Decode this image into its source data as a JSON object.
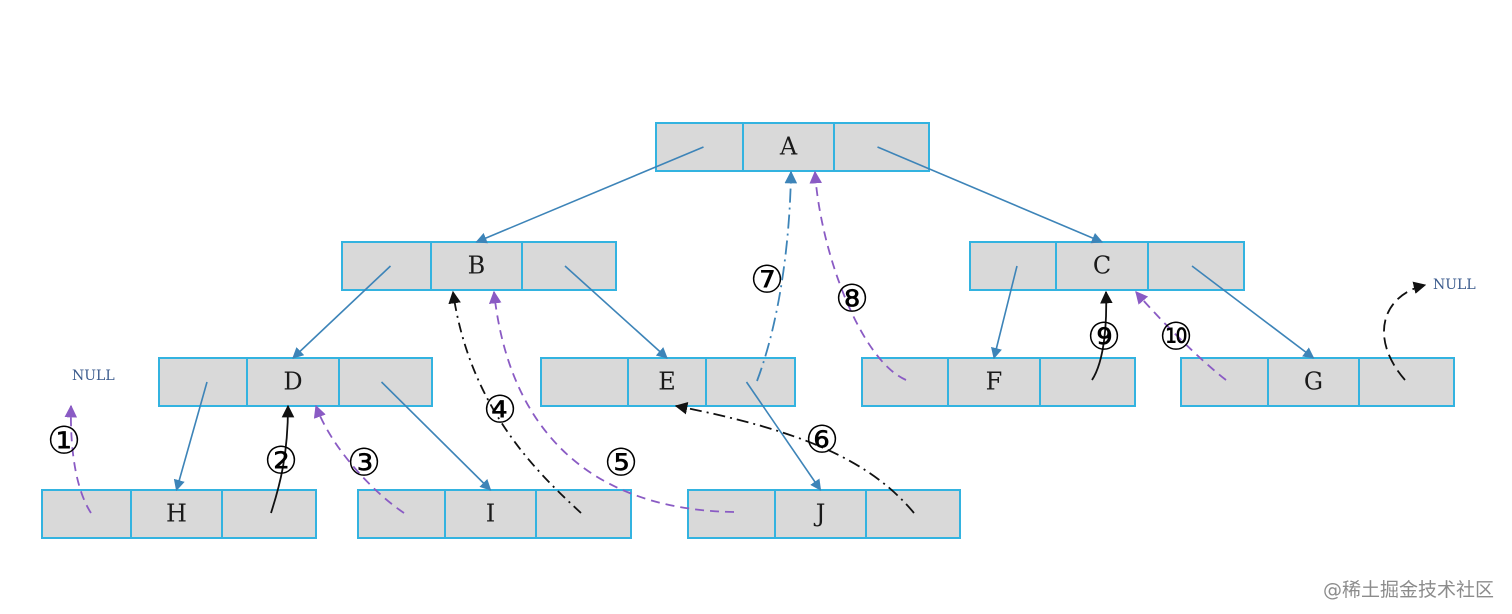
{
  "nodes": [
    {
      "id": "A",
      "label": "A"
    },
    {
      "id": "B",
      "label": "B"
    },
    {
      "id": "C",
      "label": "C"
    },
    {
      "id": "D",
      "label": "D"
    },
    {
      "id": "E",
      "label": "E"
    },
    {
      "id": "F",
      "label": "F"
    },
    {
      "id": "G",
      "label": "G"
    },
    {
      "id": "H",
      "label": "H"
    },
    {
      "id": "I",
      "label": "I"
    },
    {
      "id": "J",
      "label": "J"
    }
  ],
  "child_edges": [
    {
      "from": "A",
      "to": "B"
    },
    {
      "from": "A",
      "to": "C"
    },
    {
      "from": "B",
      "to": "D"
    },
    {
      "from": "B",
      "to": "E"
    },
    {
      "from": "C",
      "to": "F"
    },
    {
      "from": "C",
      "to": "G"
    },
    {
      "from": "D",
      "to": "H"
    },
    {
      "from": "D",
      "to": "I"
    },
    {
      "from": "E",
      "to": "J"
    }
  ],
  "null_labels": {
    "left": "NULL",
    "right": "NULL"
  },
  "steps": [
    {
      "label": "①",
      "from": "H",
      "to": "NULL"
    },
    {
      "label": "②",
      "from": "H",
      "to": "D"
    },
    {
      "label": "③",
      "from": "I",
      "to": "D"
    },
    {
      "label": "④",
      "from": "I",
      "to": "B"
    },
    {
      "label": "⑤",
      "from": "J",
      "to": "B"
    },
    {
      "label": "⑥",
      "from": "J",
      "to": "E"
    },
    {
      "label": "⑦",
      "from": "E",
      "to": "A"
    },
    {
      "label": "⑧",
      "from": "F",
      "to": "A"
    },
    {
      "label": "⑨",
      "from": "F",
      "to": "C"
    },
    {
      "label": "⑩",
      "from": "G",
      "to": "C"
    }
  ],
  "colors": {
    "cell_fill": "#d9d9d9",
    "cell_border": "#33b3e0",
    "edge": "#3d84b8",
    "thread_black": "#111111",
    "thread_purple": "#8a5bc4"
  },
  "watermark": "@稀土掘金技术社区"
}
